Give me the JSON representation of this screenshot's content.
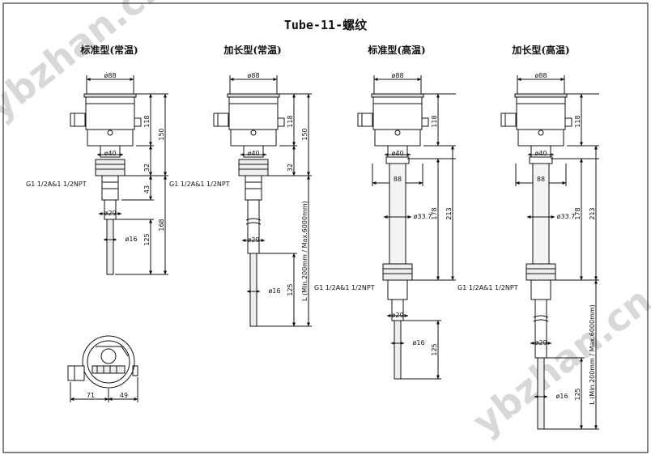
{
  "title": "Tube-11-螺纹",
  "watermark": "ybzhan.cn",
  "colors": {
    "line": "#111111",
    "frame": "#333333",
    "fill": "#dddddd",
    "watermark": "#d8d8d8"
  },
  "variants": [
    {
      "label": "标准型(常温)",
      "housing_diameter": "ø88",
      "neck_diameter": "ø40",
      "thread": "G1 1/2A&1 1/2NPT",
      "dims_right": [
        "118",
        "150",
        "32",
        "43",
        "168",
        "125"
      ],
      "mid_diameter": "ø29",
      "probe_diameter": "ø16"
    },
    {
      "label": "加长型(常温)",
      "housing_diameter": "ø88",
      "neck_diameter": "ø40",
      "thread": "G1 1/2A&1 1/2NPT",
      "dims_right": [
        "118",
        "150",
        "32"
      ],
      "mid_diameter": "ø29",
      "probe_diameter": "ø16",
      "tip_length": "125",
      "length_note": "L (Min.200mm / Max.6000mm)"
    },
    {
      "label": "标准型(高温)",
      "housing_diameter": "ø88",
      "neck_diameter": "ø40",
      "collar_width": "88",
      "ext_diameter": "ø33.7",
      "dims_right": [
        "118",
        "178",
        "213"
      ],
      "thread": "G1 1/2A&1 1/2NPT",
      "mid_diameter": "ø29",
      "probe_diameter": "ø16",
      "tip_length": "125"
    },
    {
      "label": "加长型(高温)",
      "housing_diameter": "ø88",
      "neck_diameter": "ø40",
      "collar_width": "88",
      "ext_diameter": "ø33.7",
      "dims_right": [
        "118",
        "178",
        "213"
      ],
      "thread": "G1 1/2A&1 1/2NPT",
      "mid_diameter": "ø29",
      "probe_diameter": "ø16",
      "tip_length": "125",
      "length_note": "L (Min.200mm / Max.6000mm)"
    }
  ],
  "top_view": {
    "width_left": "71",
    "width_right": "49"
  }
}
